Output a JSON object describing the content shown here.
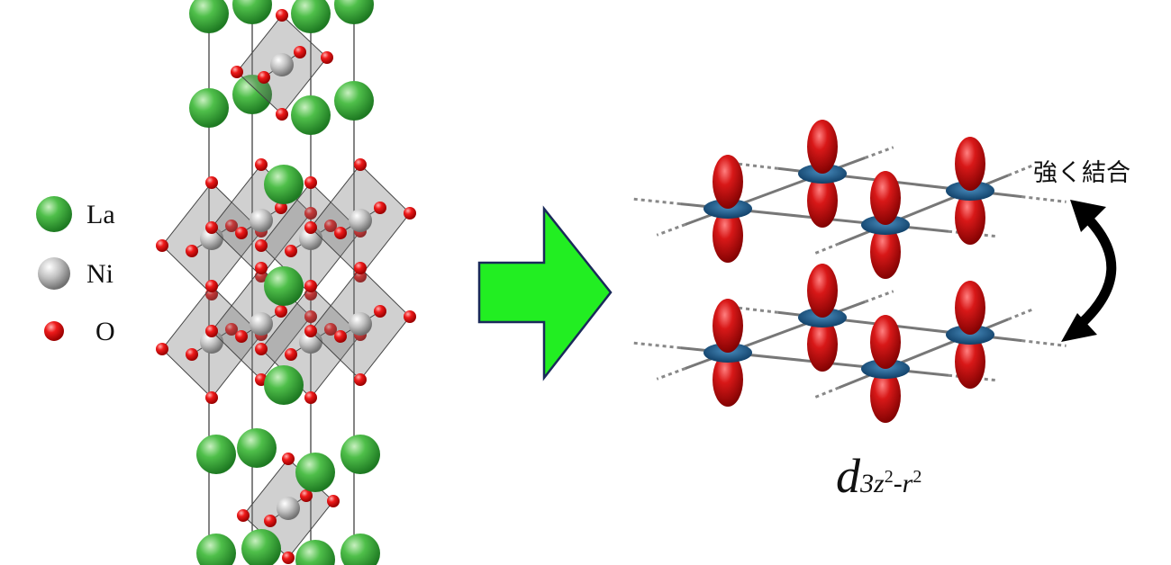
{
  "legend": {
    "items": [
      {
        "label": "La",
        "color": "#3fae3f"
      },
      {
        "label": "Ni",
        "color": "#b8b8b8"
      },
      {
        "label": "O",
        "color": "#e01010"
      }
    ]
  },
  "annotation": {
    "coupling_label": "強く結合"
  },
  "orbital": {
    "symbol": "d",
    "sub_base": "3z",
    "sub_exp1": "2",
    "sub_mid": "-r",
    "sub_exp2": "2"
  },
  "colors": {
    "arrow": "#22ee22",
    "lobe": "#d01818",
    "ring": "#1f5f8f"
  }
}
